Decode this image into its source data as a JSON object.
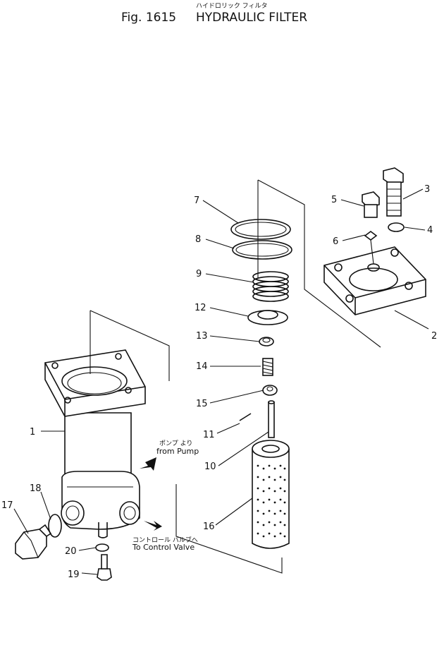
{
  "header": {
    "title_jp": "ハイドロリック フィルタ",
    "fig_label": "Fig. 1615",
    "title_en": "HYDRAULIC FILTER"
  },
  "part_numbers": [
    "1",
    "2",
    "3",
    "4",
    "5",
    "6",
    "7",
    "8",
    "9",
    "10",
    "11",
    "12",
    "13",
    "14",
    "15",
    "16",
    "17",
    "18",
    "19",
    "20"
  ],
  "flow_notes": {
    "from_pump_jp": "ポンプ より",
    "from_pump_en": "from Pump",
    "to_valve_jp": "コントロール バルブへ",
    "to_valve_en": "To Control Valve"
  }
}
